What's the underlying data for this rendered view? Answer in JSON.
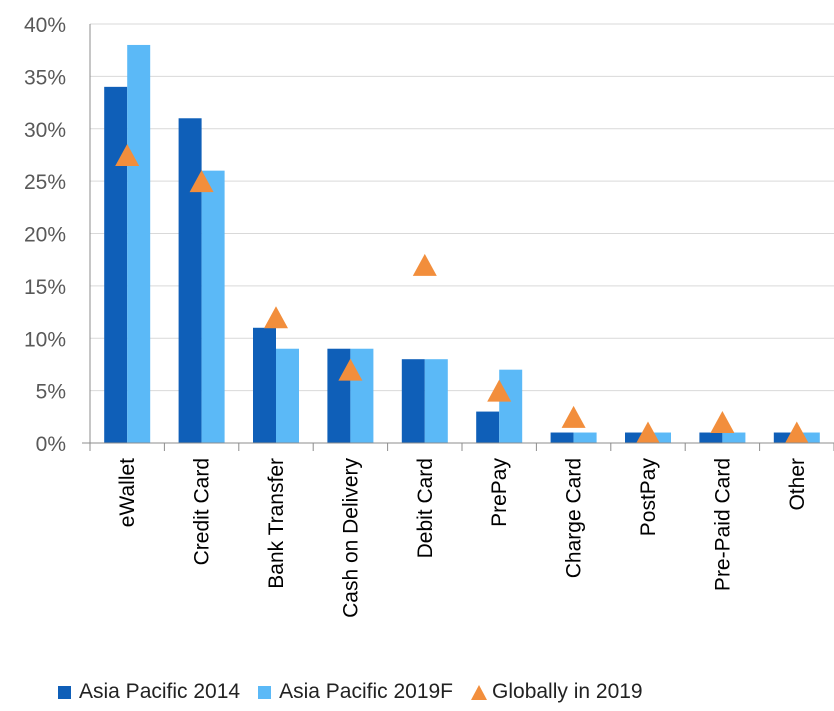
{
  "chart_data": {
    "type": "bar",
    "categories": [
      "eWallet",
      "Credit Card",
      "Bank Transfer",
      "Cash on Delivery",
      "Debit Card",
      "PrePay",
      "Charge Card",
      "PostPay",
      "Pre-Paid Card",
      "Other"
    ],
    "series": [
      {
        "name": "Asia Pacific 2014",
        "kind": "bar",
        "color": "#0f5fb8",
        "values": [
          34,
          31,
          11,
          9,
          8,
          3,
          1,
          1,
          1,
          1
        ]
      },
      {
        "name": "Asia Pacific 2019F",
        "kind": "bar",
        "color": "#5bb9f7",
        "values": [
          38,
          26,
          9,
          9,
          8,
          7,
          1,
          1,
          1,
          1
        ]
      },
      {
        "name": "Globally in 2019",
        "kind": "marker",
        "marker": "triangle",
        "color": "#f28e3c",
        "values": [
          27.5,
          25,
          12,
          7,
          17,
          5,
          2.5,
          1,
          2,
          1
        ]
      }
    ],
    "yticks": [
      "0%",
      "5%",
      "10%",
      "15%",
      "20%",
      "25%",
      "30%",
      "35%",
      "40%"
    ],
    "ylim": [
      0,
      40
    ],
    "grid": true,
    "legend_position": "bottom",
    "title": "",
    "xlabel": "",
    "ylabel": ""
  }
}
